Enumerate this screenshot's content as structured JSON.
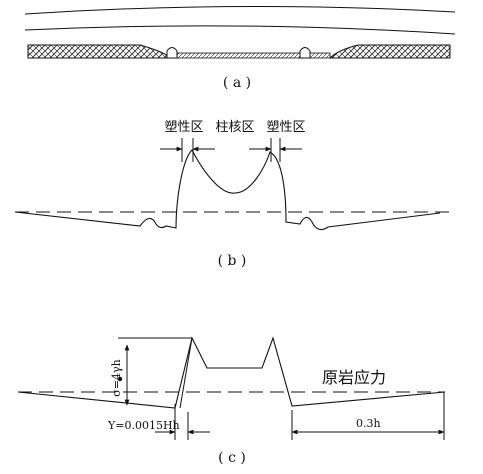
{
  "panel_a": {
    "caption": "( a )"
  },
  "panel_b": {
    "caption": "( b )",
    "label_plastic_left": "塑性区",
    "label_core": "柱核区",
    "label_plastic_right": "塑性区"
  },
  "panel_c": {
    "caption": "( c )",
    "label_peak": "σ=4γh",
    "label_virgin_stress": "原岩应力",
    "label_width_left": "Y=0.0015Hh",
    "label_width_right": "0.3h"
  }
}
